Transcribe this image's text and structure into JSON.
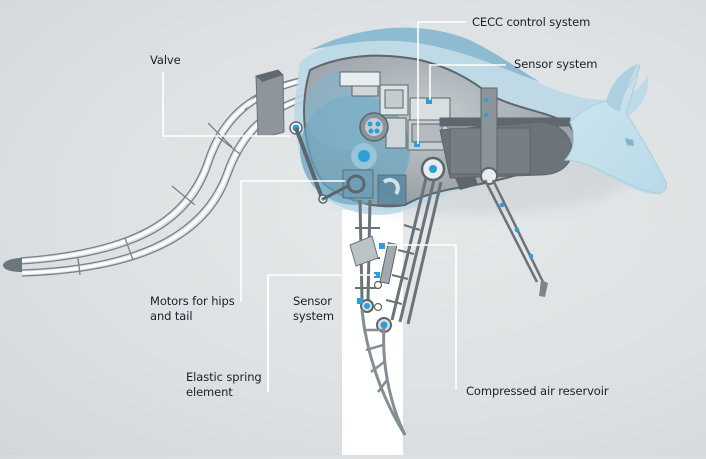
{
  "diagram": {
    "subject": "Robotic kangaroo cutaway",
    "colors": {
      "background": "#dfe3e5",
      "shell": "#b8d8e6",
      "shell_dark": "#8fbdd3",
      "internal_blue": "#6aa6c2",
      "metal": "#7c858b",
      "metal_dark": "#5d666c",
      "accent": "#2a9fd8",
      "leader_line": "#ffffff",
      "label_text": "#1d1d2b",
      "white_bar": "#ffffff"
    },
    "labels": [
      {
        "id": "valve",
        "text": "Valve"
      },
      {
        "id": "cecc",
        "text": "CECC control system"
      },
      {
        "id": "sensor-top",
        "text": "Sensor system"
      },
      {
        "id": "motors",
        "lines": [
          "Motors for hips",
          "and tail"
        ]
      },
      {
        "id": "sensor-bottom",
        "lines": [
          "Sensor",
          "system"
        ]
      },
      {
        "id": "spring",
        "lines": [
          "Elastic spring",
          "element"
        ]
      },
      {
        "id": "air",
        "text": "Compressed air reservoir"
      }
    ]
  }
}
